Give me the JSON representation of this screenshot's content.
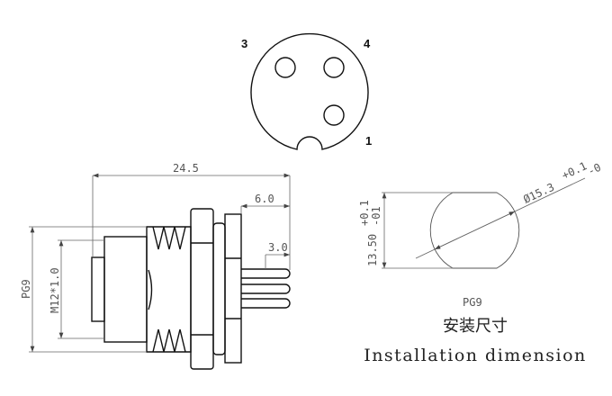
{
  "pinout": {
    "labels": [
      "3",
      "4",
      "1"
    ]
  },
  "side_view": {
    "overall_length": "24.5",
    "rear_length": "6.0",
    "pin_length": "3.0",
    "thread_outer": "PG9",
    "thread_inner": "M12*1.0"
  },
  "cutout": {
    "flat_width": "13.50",
    "flat_tol_upper": "+0.1",
    "flat_tol_lower": "-01",
    "diameter": "Ø15.3",
    "dia_tol_upper": "+0.1",
    "dia_tol_lower": "-0",
    "thread": "PG9"
  },
  "caption": {
    "chinese": "安装尺寸",
    "english": "Installation dimension"
  }
}
